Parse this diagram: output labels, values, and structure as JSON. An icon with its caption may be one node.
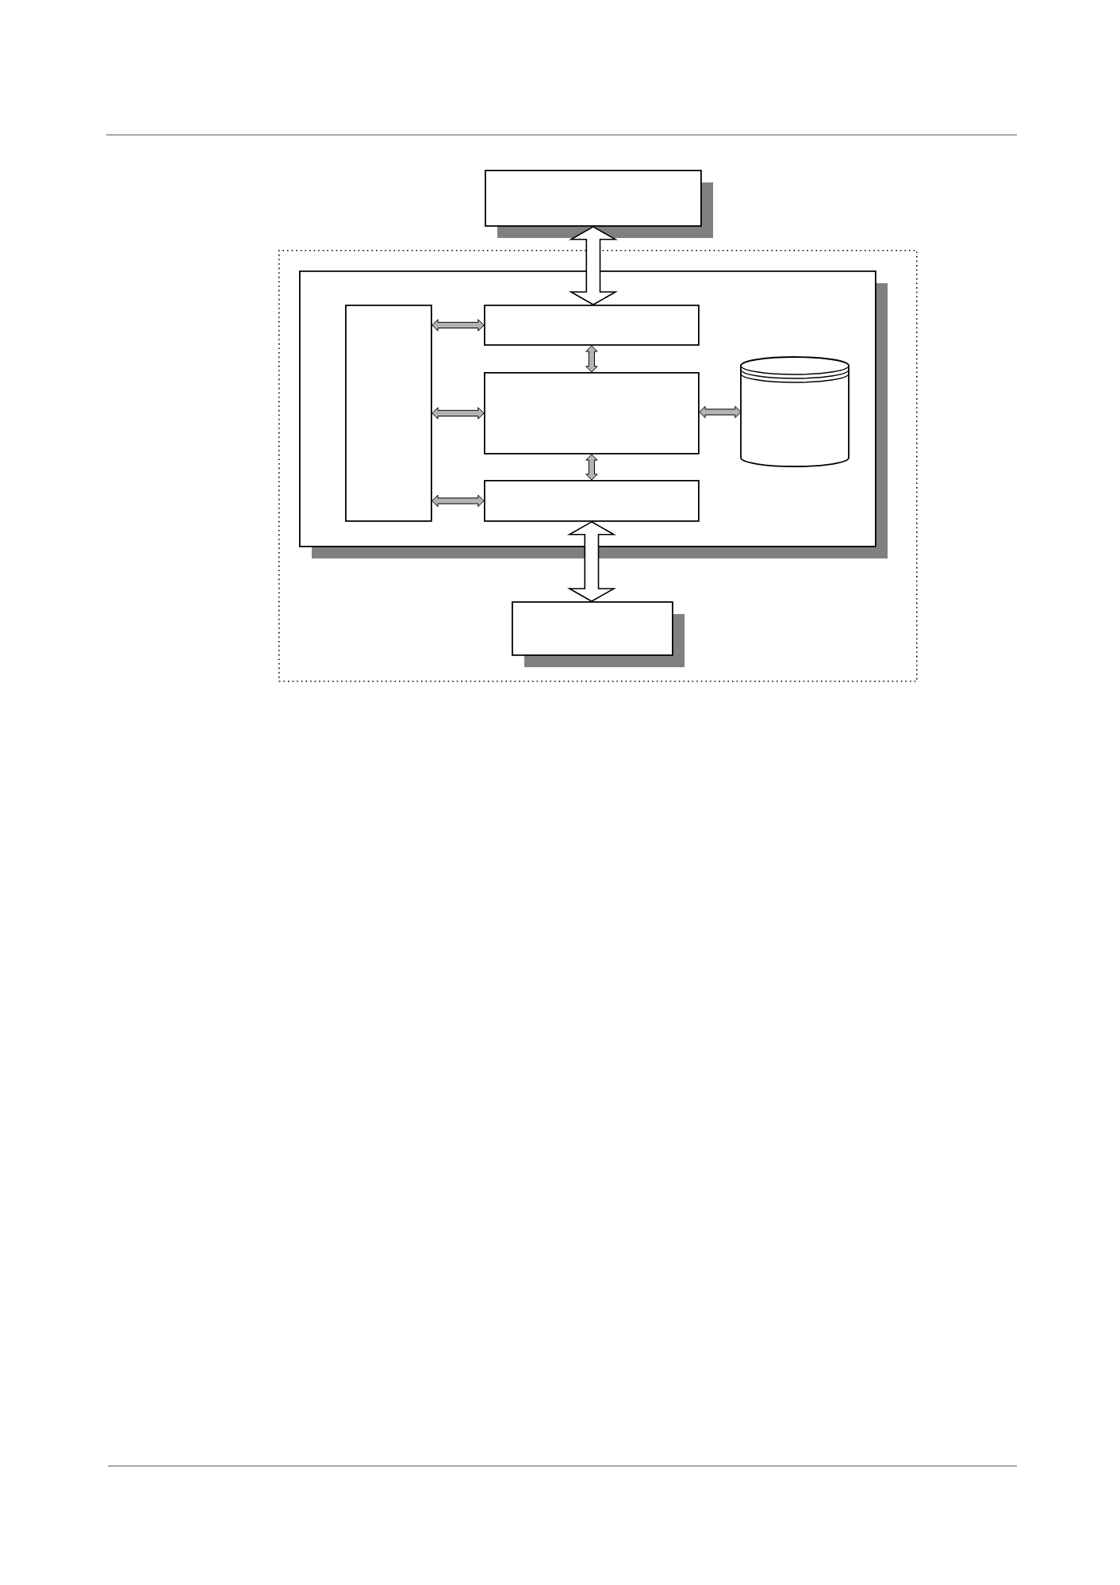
{
  "diagram": {
    "nodes": [
      {
        "text": [],
        "shape": "box"
      },
      {
        "text": [],
        "shape": "box"
      },
      {
        "text": [],
        "shape": "box",
        "in": 1
      },
      {
        "text": [],
        "shape": "box",
        "in": 2
      },
      {
        "text": [],
        "shape": "box",
        "in": 2
      },
      {
        "text": [],
        "shape": "box",
        "in": 2
      },
      {
        "text": [],
        "shape": "cylinder",
        "in": 2
      },
      {
        "text": [],
        "shape": "box",
        "in": 2
      },
      {
        "text": [],
        "shape": "box",
        "in": 1
      }
    ],
    "edges": [
      {
        "from": 0,
        "to": 4,
        "arrow": "both",
        "style": "thick"
      },
      {
        "from": 3,
        "to": 4,
        "arrow": "both"
      },
      {
        "from": 4,
        "to": 5,
        "arrow": "both"
      },
      {
        "from": 3,
        "to": 5,
        "arrow": "both"
      },
      {
        "from": 5,
        "to": 6,
        "arrow": "both"
      },
      {
        "from": 5,
        "to": 7,
        "arrow": "both"
      },
      {
        "from": 3,
        "to": 7,
        "arrow": "both"
      },
      {
        "from": 7,
        "to": 8,
        "arrow": "both",
        "style": "thick"
      }
    ]
  }
}
